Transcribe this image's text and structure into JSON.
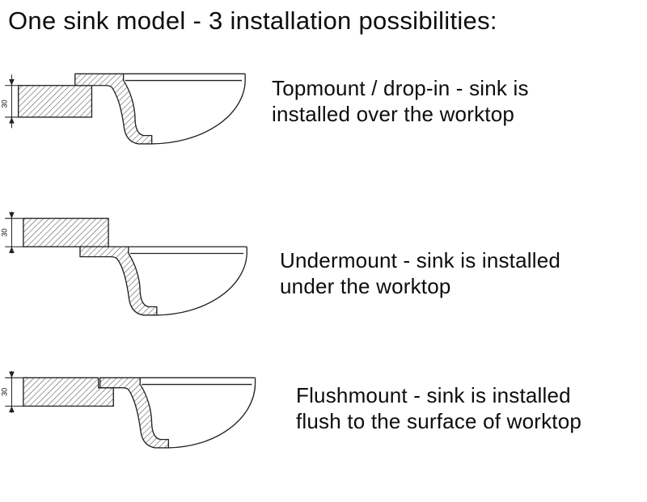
{
  "title": "One sink model - 3 installation possibilities:",
  "dimension_label": "30",
  "installations": [
    {
      "id": "topmount",
      "line1": "Topmount / drop-in - sink is",
      "line2": "installed over the worktop"
    },
    {
      "id": "undermount",
      "line1": "Undermount - sink is installed",
      "line2": "under the worktop"
    },
    {
      "id": "flushmount",
      "line1": "Flushmount - sink is installed",
      "line2": "flush to the surface of worktop"
    }
  ],
  "colors": {
    "background": "#ffffff",
    "line": "#222222",
    "text": "#0d0d0d"
  }
}
